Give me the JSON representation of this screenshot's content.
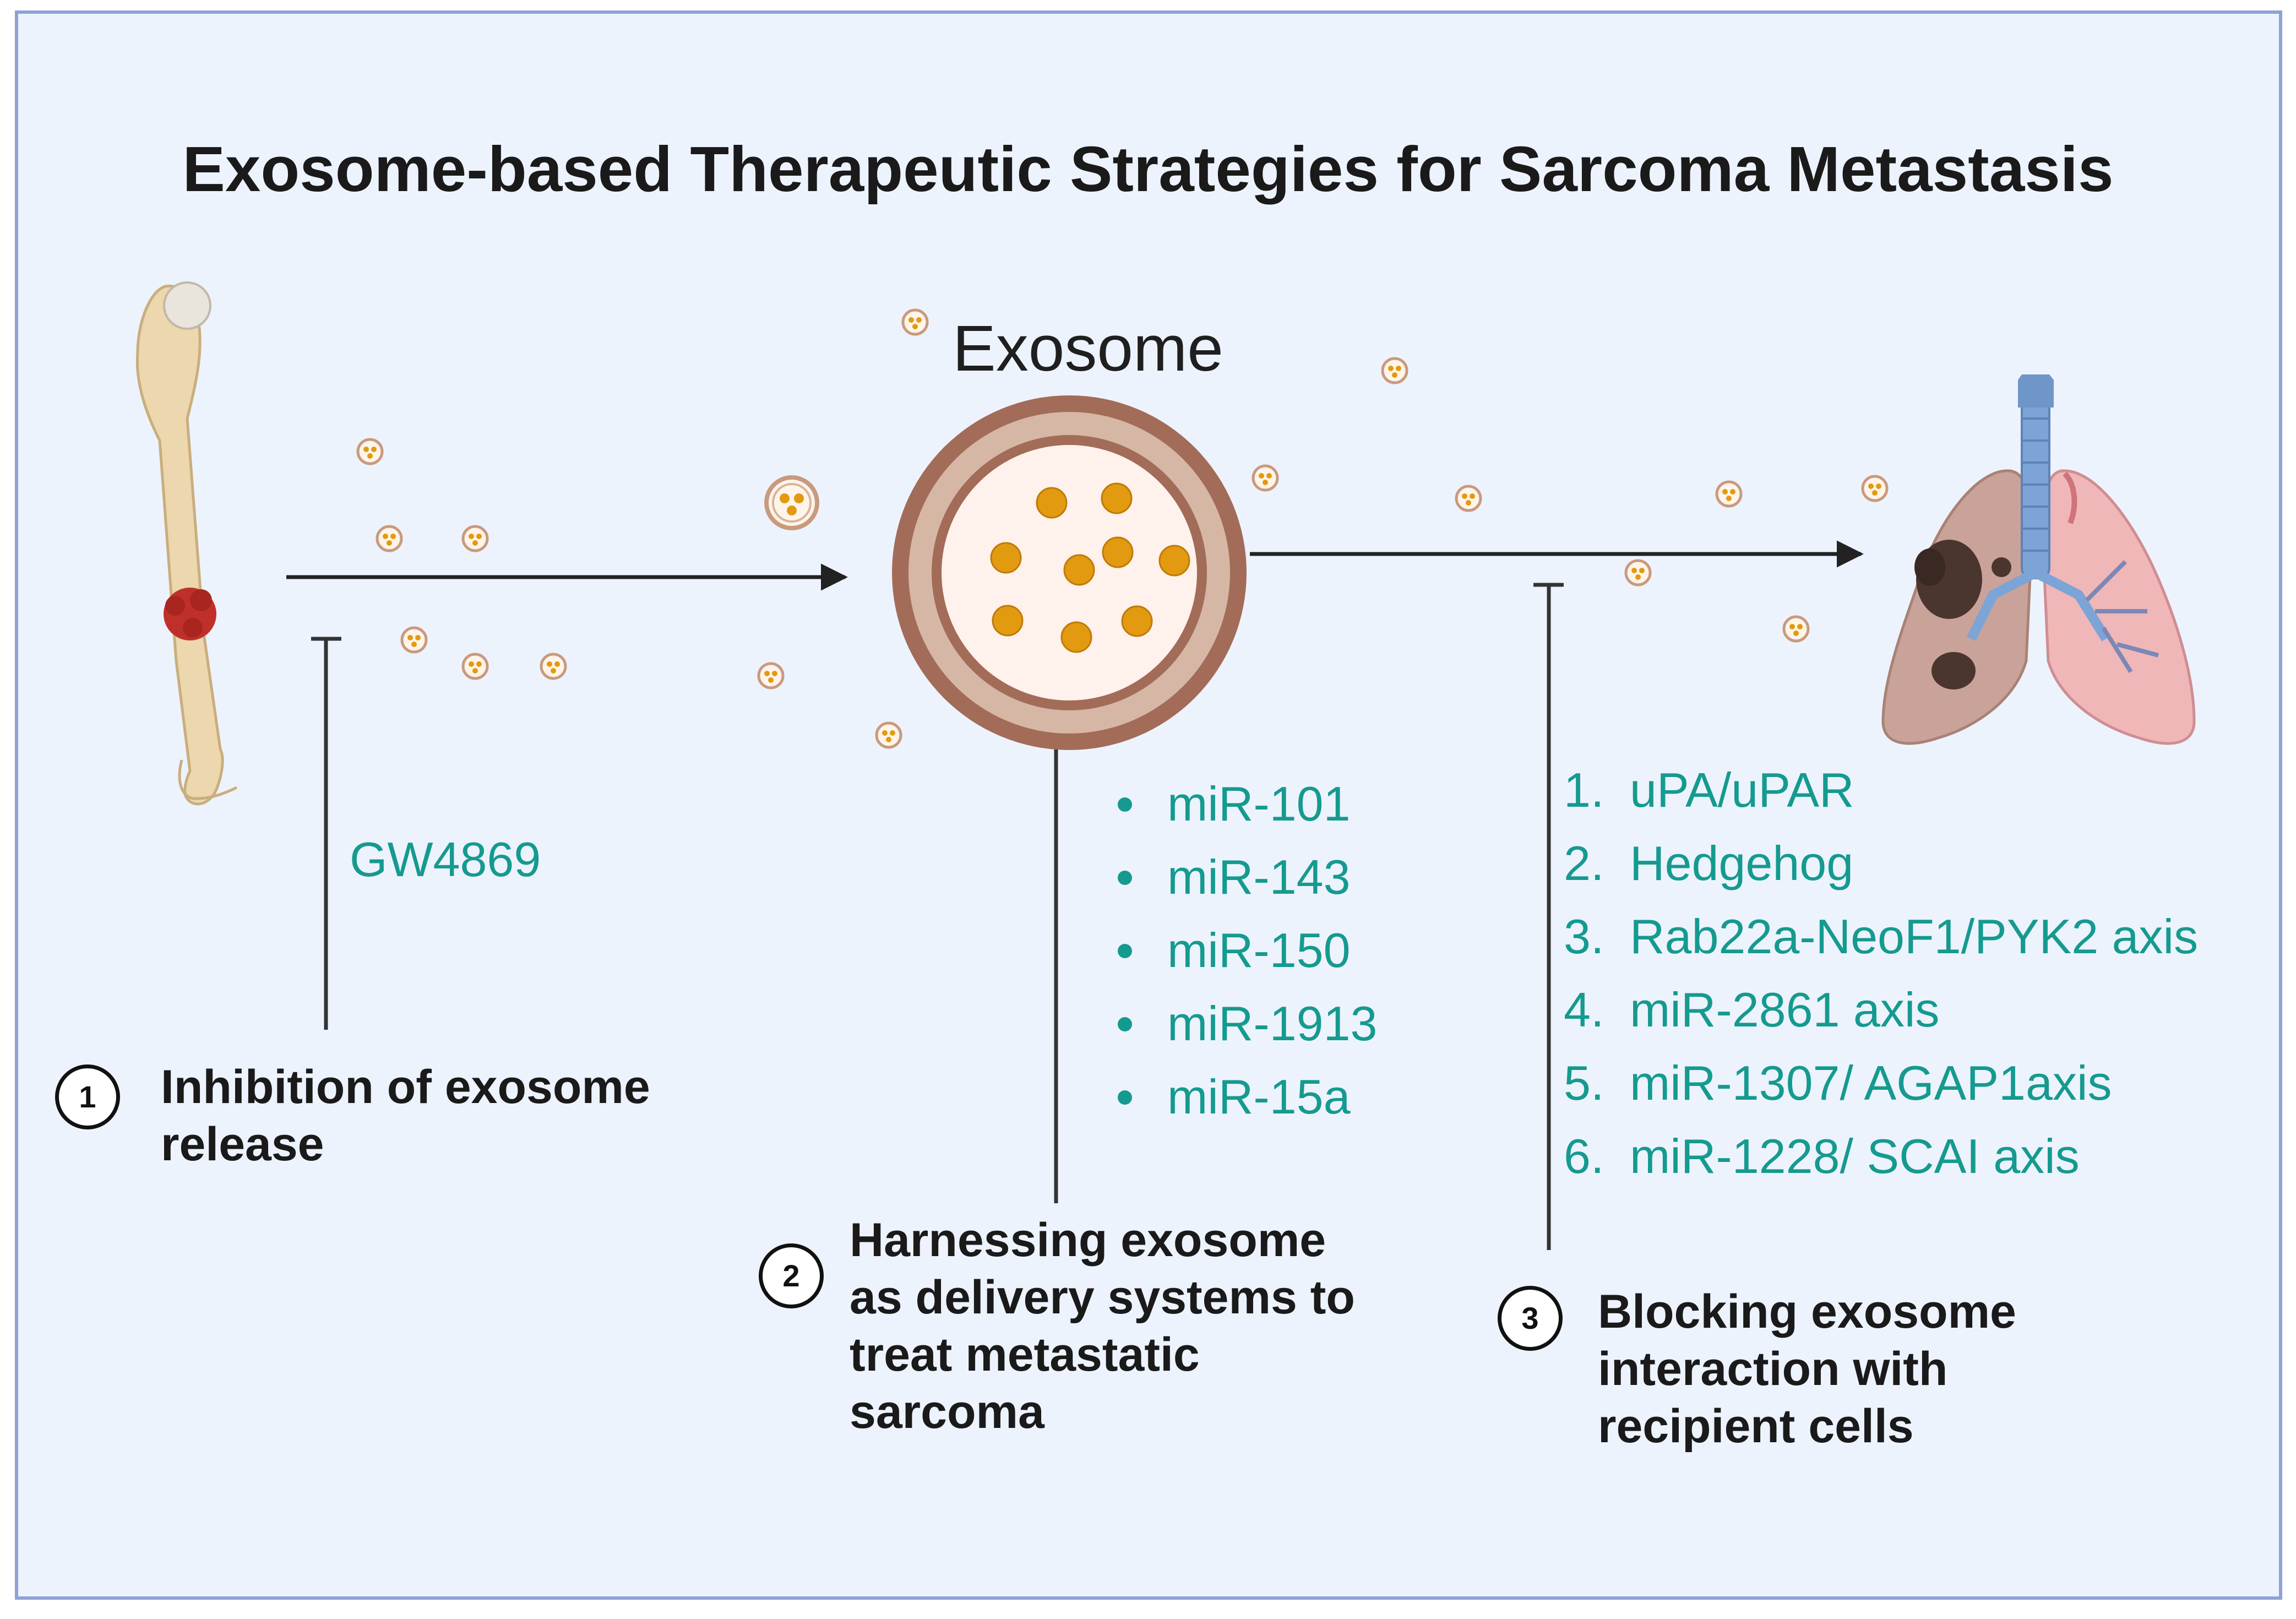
{
  "title": "Exosome-based Therapeutic Strategies for Sarcoma Metastasis",
  "exosome_label": "Exosome",
  "inhibitor_label": "GW4869",
  "cargo_mirnas": [
    "miR-101",
    "miR-143",
    "miR-150",
    "miR-1913",
    "miR-15a"
  ],
  "blocking_targets": [
    {
      "num": "1.",
      "label": "uPA/uPAR"
    },
    {
      "num": "2.",
      "label": "Hedgehog"
    },
    {
      "num": "3.",
      "label": "Rab22a-NeoF1/PYK2 axis"
    },
    {
      "num": "4.",
      "label": "miR-2861 axis"
    },
    {
      "num": "5.",
      "label": "miR-1307/ AGAP1axis"
    },
    {
      "num": "6.",
      "label": "miR-1228/ SCAI axis"
    }
  ],
  "strategies": [
    {
      "badge": "1",
      "text": "Inhibition of exosome\nrelease"
    },
    {
      "badge": "2",
      "text": "Harnessing exosome\nas delivery systems to\ntreat metastatic\nsarcoma"
    },
    {
      "badge": "3",
      "text": "Blocking exosome\ninteraction with\nrecipient cells"
    }
  ],
  "colors": {
    "background": "#edf3fd",
    "border": "#8ea2d6",
    "accent_teal": "#159a8f",
    "exosome_ring": "#a26c58",
    "cargo_orange": "#e29a10",
    "bone": "#ecd7ae",
    "tumor": "#c0302a",
    "lung_diseased": "#c9a39a",
    "lung_healthy": "#f0b7b9",
    "trachea": "#7da4d6"
  },
  "icons": [
    "bone-icon",
    "exosome-icon",
    "lungs-icon",
    "vesicle-icon",
    "arrow-icon",
    "inhibition-bar-icon"
  ]
}
